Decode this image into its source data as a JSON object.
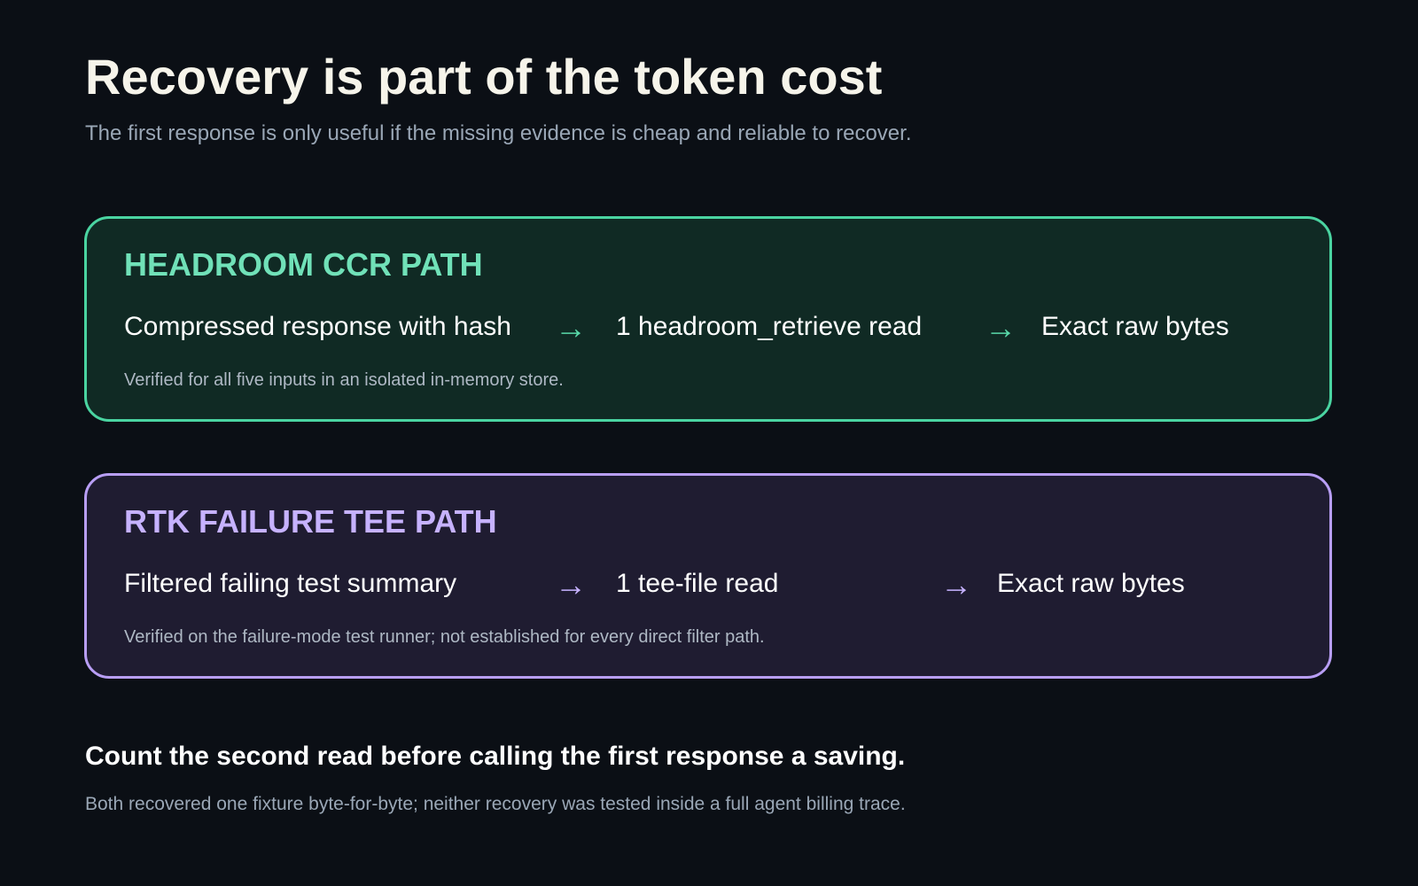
{
  "header": {
    "title": "Recovery is part of the token cost",
    "subtitle": "The first response is only useful if the missing evidence is cheap and reliable to recover."
  },
  "paths": [
    {
      "label": "HEADROOM CCR PATH",
      "steps": [
        "Compressed response with hash",
        "1 headroom_retrieve read",
        "Exact raw bytes"
      ],
      "arrow": "→",
      "note": "Verified for all five inputs in an isolated in-memory store.",
      "accent_color": "#4ad4a1",
      "background_color": "#102a24"
    },
    {
      "label": "RTK FAILURE TEE PATH",
      "steps": [
        "Filtered failing test summary",
        "1 tee-file read",
        "Exact raw bytes"
      ],
      "arrow": "→",
      "note": "Verified on the failure-mode test runner; not established for every direct filter path.",
      "accent_color": "#b89ef4",
      "background_color": "#1f1c31"
    }
  ],
  "takeaway": {
    "headline": "Count the second read before calling the first response a saving.",
    "detail": "Both recovered one fixture byte-for-byte; neither recovery was tested inside a full agent billing trace."
  }
}
